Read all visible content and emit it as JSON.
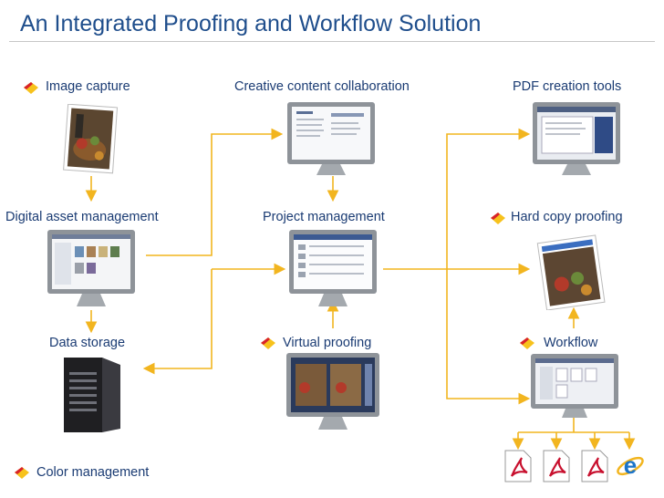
{
  "title": "An Integrated Proofing and Workflow Solution",
  "labels": {
    "image_capture": "Image capture",
    "creative_collab": "Creative content collaboration",
    "pdf_tools": "PDF creation tools",
    "dam": "Digital asset management",
    "project_mgmt": "Project management",
    "hard_copy": "Hard copy proofing",
    "data_storage": "Data storage",
    "virtual_proofing": "Virtual proofing",
    "workflow": "Workflow",
    "color_mgmt": "Color management"
  },
  "colors": {
    "title": "#1f4e8c",
    "label": "#1a3b73",
    "connector": "#f2b51f",
    "flag_red": "#d8232a",
    "flag_yellow": "#f7c21c"
  },
  "icons": [
    "ie-icon",
    "pdf-icon"
  ]
}
